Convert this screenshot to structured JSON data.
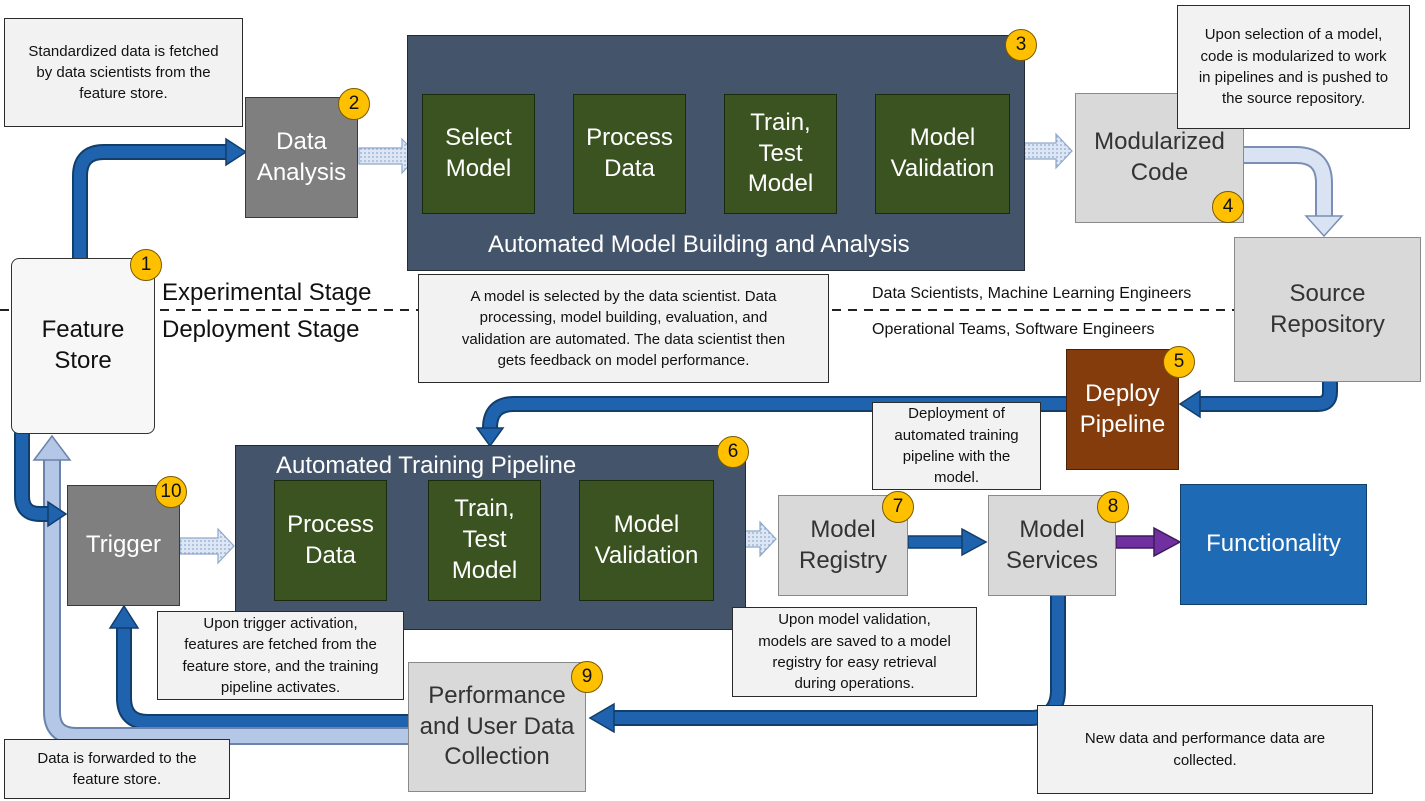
{
  "stages": {
    "experimental": "Experimental Stage",
    "deployment": "Deployment Stage",
    "experimental_roles": "Data Scientists, Machine Learning Engineers",
    "deployment_roles": "Operational Teams, Software Engineers"
  },
  "nodes": {
    "feature_store": "Feature\nStore",
    "data_analysis": "Data\nAnalysis",
    "amb_title": "Automated Model Building and Analysis",
    "amb_select_model": "Select\nModel",
    "amb_process_data": "Process\nData",
    "amb_train_test": "Train,\nTest\nModel",
    "amb_validation": "Model\nValidation",
    "modularized_code": "Modularized\nCode",
    "source_repository": "Source\nRepository",
    "deploy_pipeline": "Deploy\nPipeline",
    "atp_title": "Automated Training Pipeline",
    "atp_process_data": "Process\nData",
    "atp_train_test": "Train,\nTest\nModel",
    "atp_validation": "Model\nValidation",
    "trigger": "Trigger",
    "model_registry": "Model\nRegistry",
    "model_services": "Model\nServices",
    "functionality": "Functionality",
    "performance": "Performance\nand User Data\nCollection"
  },
  "badges": {
    "b1": "1",
    "b2": "2",
    "b3": "3",
    "b4": "4",
    "b5": "5",
    "b6": "6",
    "b7": "7",
    "b8": "8",
    "b9": "9",
    "b10": "10"
  },
  "notes": {
    "fetch": "Standardized data is fetched\nby data scientists from the\nfeature store.",
    "modularize": "Upon selection of a model,\ncode is modularized to work\nin pipelines and is pushed to\nthe source repository.",
    "model_selected": "A model is selected by the data scientist. Data\nprocessing, model building, evaluation, and\nvalidation are automated. The data scientist then\ngets feedback on model performance.",
    "deployment": "Deployment of\nautomated training\npipeline with the\nmodel.",
    "trigger": "Upon trigger activation,\nfeatures are fetched from the\nfeature store, and the training\npipeline activates.",
    "registry": "Upon model validation,\nmodels are saved to a model\nregistry for easy retrieval\nduring operations.",
    "forward": "Data is forwarded to the\nfeature store.",
    "new_data": "New data and performance data are\ncollected."
  },
  "colors": {
    "navy": "#44546a",
    "green": "#3b5320",
    "dark_blue_arrow": "#1f62ad",
    "light_blue_arrow": "#b4c7e7",
    "purple_arrow": "#7030a0",
    "badge_yellow": "#ffc000",
    "brown": "#843c0c",
    "functionality_blue": "#1f6ab5"
  }
}
